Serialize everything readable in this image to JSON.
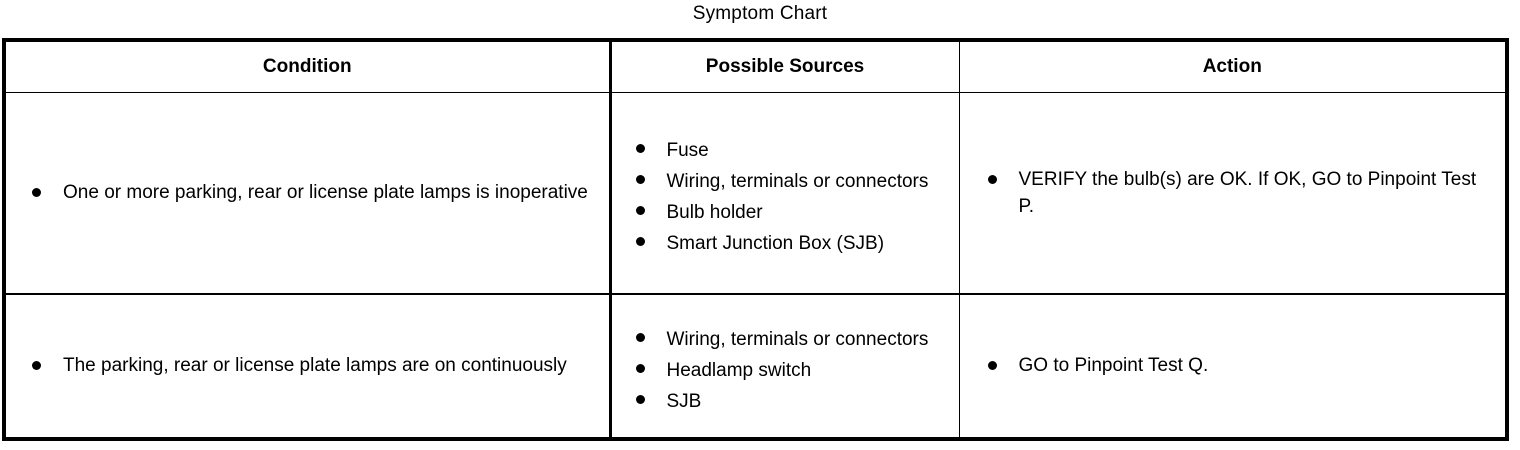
{
  "title": "Symptom Chart",
  "table": {
    "headers": [
      "Condition",
      "Possible Sources",
      "Action"
    ],
    "rows": [
      {
        "condition": [
          "One or more parking, rear or license plate lamps is inoperative"
        ],
        "sources": [
          "Fuse",
          "Wiring, terminals or connectors",
          "Bulb holder",
          "Smart Junction Box (SJB)"
        ],
        "action": [
          "VERIFY the bulb(s) are OK. If OK, GO to Pinpoint Test P."
        ]
      },
      {
        "condition": [
          "The parking, rear or license plate lamps are on continuously"
        ],
        "sources": [
          "Wiring, terminals or connectors",
          "Headlamp switch",
          "SJB"
        ],
        "action": [
          "GO to Pinpoint Test Q."
        ]
      }
    ]
  },
  "colors": {
    "background": "#ffffff",
    "text": "#000000",
    "border": "#000000"
  }
}
